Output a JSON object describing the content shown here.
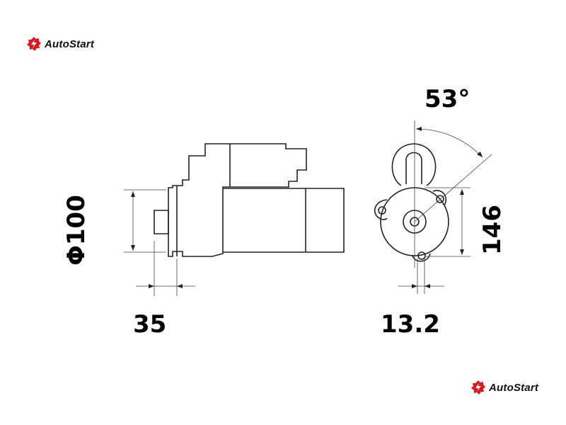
{
  "brand": {
    "name": "AutoStart",
    "color": "#e3141b"
  },
  "dimensions": {
    "angle": "53°",
    "diameter": "Φ100",
    "height": "146",
    "flange_offset": "35",
    "bolt_offset": "13.2"
  }
}
